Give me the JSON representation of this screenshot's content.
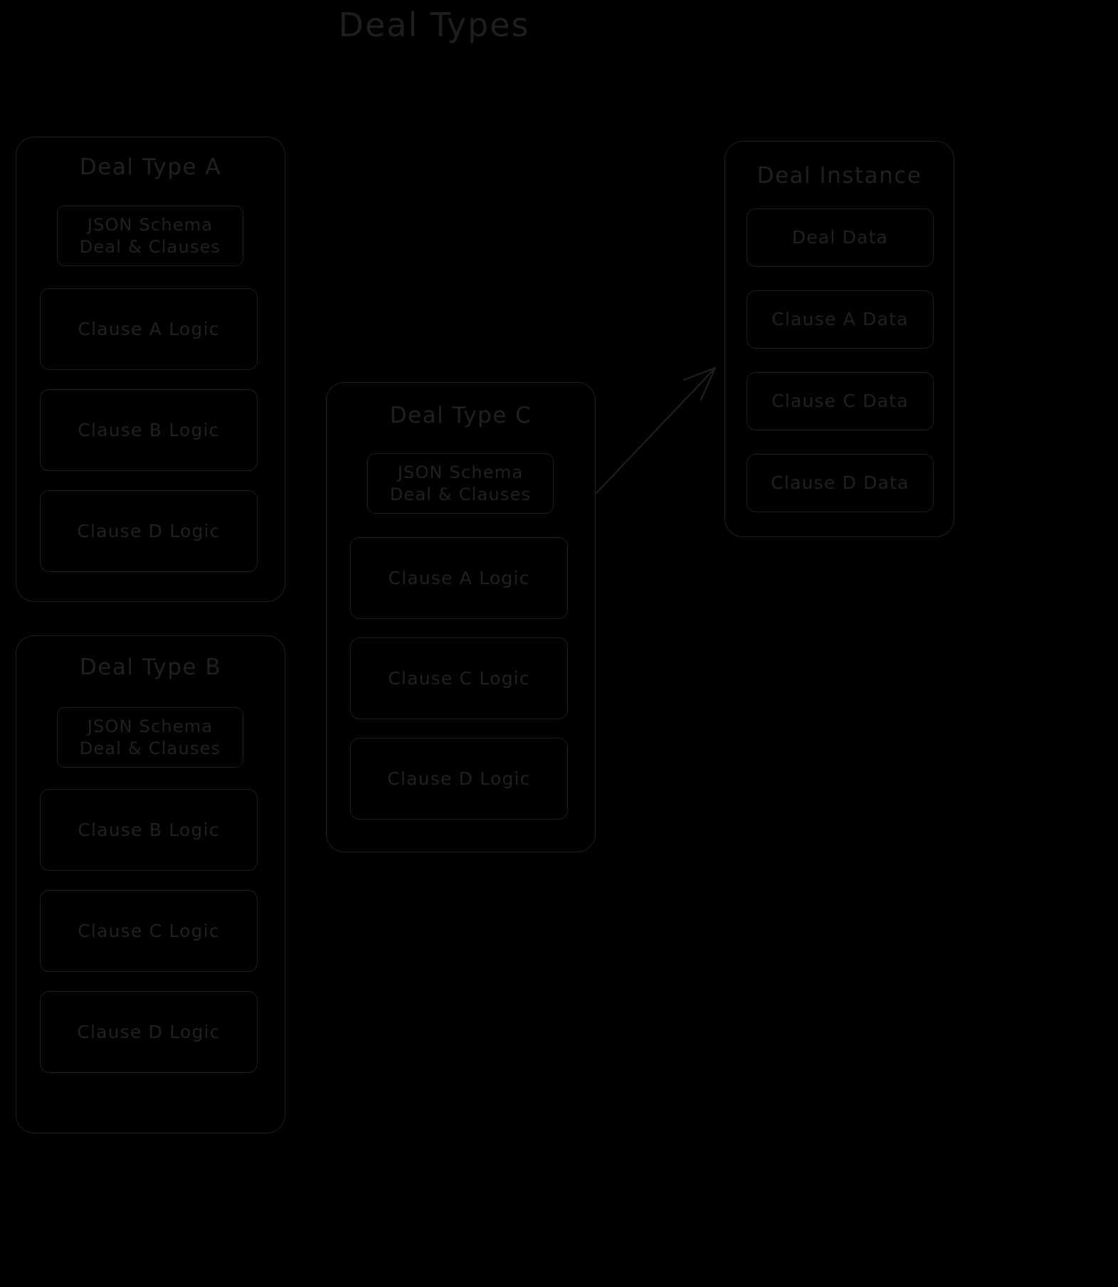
{
  "title": "Deal Types",
  "groups": [
    {
      "id": "deal-type-a",
      "title": "Deal Type A",
      "schema": {
        "line1": "JSON Schema",
        "line2": "Deal & Clauses"
      },
      "clauses": [
        "Clause A Logic",
        "Clause B Logic",
        "Clause D Logic"
      ]
    },
    {
      "id": "deal-type-b",
      "title": "Deal Type B",
      "schema": {
        "line1": "JSON Schema",
        "line2": "Deal & Clauses"
      },
      "clauses": [
        "Clause B Logic",
        "Clause C Logic",
        "Clause D Logic"
      ]
    },
    {
      "id": "deal-type-c",
      "title": "Deal Type C",
      "schema": {
        "line1": "JSON Schema",
        "line2": "Deal & Clauses"
      },
      "clauses": [
        "Clause A Logic",
        "Clause C Logic",
        "Clause D Logic"
      ]
    }
  ],
  "instance": {
    "id": "deal-instance",
    "title": "Deal Instance",
    "items": [
      "Deal Data",
      "Clause A Data",
      "Clause C Data",
      "Clause D Data"
    ]
  },
  "connector": {
    "name": "instantiates-arrow",
    "from": "Deal Type C",
    "to": "Deal Instance"
  },
  "colors": {
    "background": "#000000",
    "stroke": "#1f1f1f",
    "text": "#202020"
  }
}
